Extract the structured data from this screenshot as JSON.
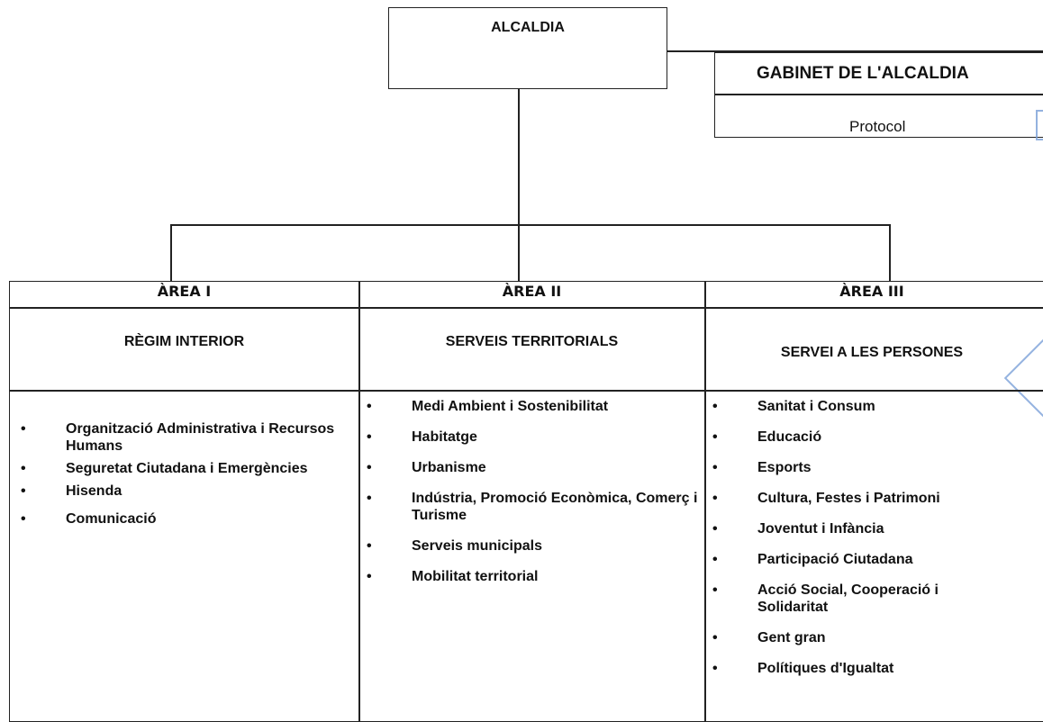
{
  "alcaldia": {
    "title": "ALCALDIA"
  },
  "gabinet": {
    "title": "GABINET DE L'ALCALDIA",
    "subtitle": "Protocol"
  },
  "areas": [
    {
      "header": "ÀREA I",
      "subtitle": "RÈGIM INTERIOR",
      "items": [
        "Organització Administrativa i Recursos Humans",
        "Seguretat Ciutadana i Emergències",
        "Hisenda",
        "Comunicació"
      ]
    },
    {
      "header": "ÀREA II",
      "subtitle": "SERVEIS TERRITORIALS",
      "items": [
        "Medi Ambient i Sostenibilitat",
        "Habitatge",
        "Urbanisme",
        "Indústria, Promoció Econòmica, Comerç i Turisme",
        "Serveis municipals",
        "Mobilitat territorial"
      ]
    },
    {
      "header": "ÀREA III",
      "subtitle": "SERVEI A LES PERSONES",
      "items": [
        "Sanitat i Consum",
        "Educació",
        "Esports",
        "Cultura, Festes i Patrimoni",
        "Joventut i Infància",
        "Participació Ciutadana",
        "Acció Social, Cooperació i Solidaritat",
        "Gent gran",
        "Polítiques d'Igualtat"
      ]
    }
  ],
  "colors": {
    "line": "#222222",
    "stamp": "#7aa0d8"
  }
}
